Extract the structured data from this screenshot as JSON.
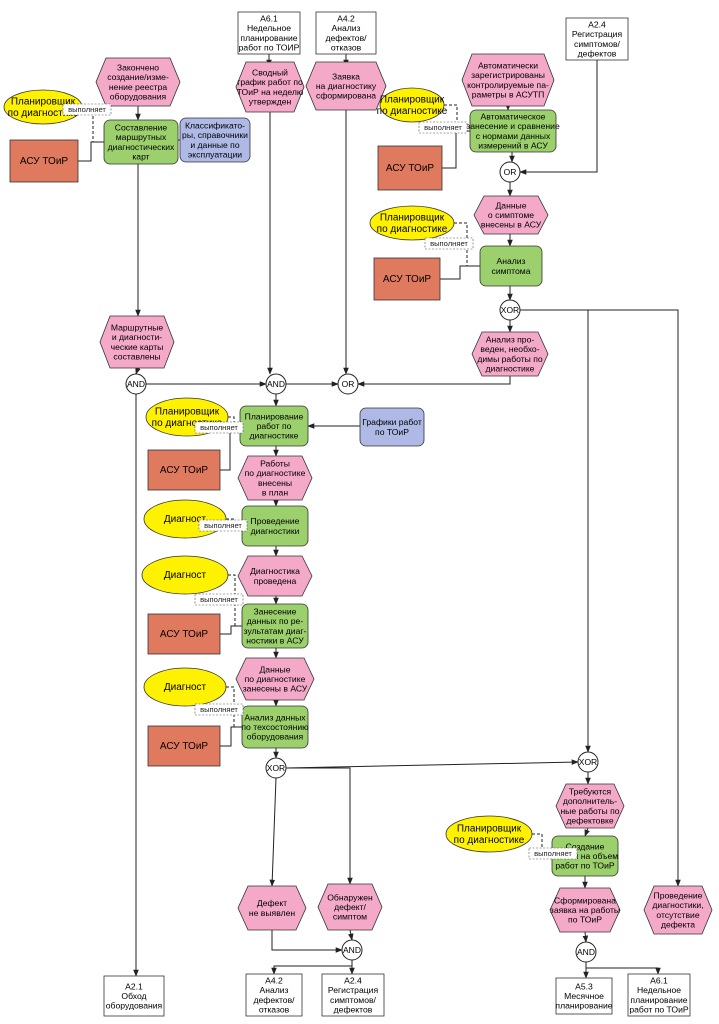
{
  "colors": {
    "event": "#f4a9c9",
    "function": "#9bd06c",
    "role": "#fff200",
    "system": "#e07a5f",
    "info": "#aeb9e6",
    "process": "#ffffff",
    "line": "#222222"
  },
  "edge_label": "выполняет",
  "nodes": [
    {
      "id": "p_a61_top",
      "kind": "process",
      "lines": [
        "А6.1",
        "Недельное",
        "планирование",
        "работ по ТОИР"
      ]
    },
    {
      "id": "p_a42_top",
      "kind": "process",
      "lines": [
        "А4.2",
        "Анализ",
        "дефектов/",
        "отказов"
      ]
    },
    {
      "id": "p_a24_top",
      "kind": "process",
      "lines": [
        "А2.4",
        "Регистрация",
        "симптомов/",
        "дефектов"
      ]
    },
    {
      "id": "e_registry",
      "kind": "event",
      "lines": [
        "Закончено",
        "создание/изме-",
        "нение реестра",
        "оборудования"
      ]
    },
    {
      "id": "e_schedule",
      "kind": "event",
      "lines": [
        "Сводный",
        "график работ по",
        "ТОиР на неделю",
        "утвержден"
      ]
    },
    {
      "id": "e_request",
      "kind": "event",
      "lines": [
        "Заявка",
        "на диагностику",
        "сформирована"
      ]
    },
    {
      "id": "e_auto_params",
      "kind": "event",
      "lines": [
        "Автоматически",
        "зарегистрированы",
        "контролируемые па-",
        "раметры в АСУТП"
      ]
    },
    {
      "id": "r_plan1",
      "kind": "role",
      "lines": [
        "Планировщик",
        "по диагностике"
      ]
    },
    {
      "id": "f_maps",
      "kind": "function",
      "lines": [
        "Составление",
        "маршрутных",
        "диагностических",
        "карт"
      ]
    },
    {
      "id": "i_classif",
      "kind": "info",
      "lines": [
        "Классификато-",
        "ры, справочники",
        "и данные по",
        "эксплуатации"
      ]
    },
    {
      "id": "s_asu1",
      "kind": "system",
      "lines": [
        "АСУ ТОиР"
      ]
    },
    {
      "id": "r_plan2",
      "kind": "role",
      "lines": [
        "Планировщик",
        "по диагностике"
      ]
    },
    {
      "id": "f_auto_compare",
      "kind": "function",
      "lines": [
        "Автоматическое",
        "занесение и сравнение",
        "с нормами данных",
        "измерений в АСУ"
      ]
    },
    {
      "id": "s_asu2",
      "kind": "system",
      "lines": [
        "АСУ ТОиР"
      ]
    },
    {
      "id": "e_symptom_data",
      "kind": "event",
      "lines": [
        "Данные",
        "о симптоме",
        "внесены в АСУ"
      ]
    },
    {
      "id": "r_plan3",
      "kind": "role",
      "lines": [
        "Планировщик",
        "по диагностике"
      ]
    },
    {
      "id": "f_symptom",
      "kind": "function",
      "lines": [
        "Анализ",
        "симптома"
      ]
    },
    {
      "id": "s_asu3",
      "kind": "system",
      "lines": [
        "АСУ ТОиР"
      ]
    },
    {
      "id": "e_maps_done",
      "kind": "event",
      "lines": [
        "Маршрутные",
        "и диагности-",
        "ческие карты",
        "составлены"
      ]
    },
    {
      "id": "e_analysis_done",
      "kind": "event",
      "lines": [
        "Анализ про-",
        "веден, необхо-",
        "димы работы по",
        "диагностике"
      ]
    },
    {
      "id": "r_plan4",
      "kind": "role",
      "lines": [
        "Планировщик",
        "по диагностике"
      ]
    },
    {
      "id": "f_planning",
      "kind": "function",
      "lines": [
        "Планирование",
        "работ по",
        "диагностике"
      ]
    },
    {
      "id": "i_graphs",
      "kind": "info",
      "lines": [
        "Графики работ",
        "по ТОиР"
      ]
    },
    {
      "id": "s_asu4",
      "kind": "system",
      "lines": [
        "АСУ ТОиР"
      ]
    },
    {
      "id": "e_works_in_plan",
      "kind": "event",
      "lines": [
        "Работы",
        "по диагностике",
        "внесены",
        "в план"
      ]
    },
    {
      "id": "r_diag1",
      "kind": "role",
      "lines": [
        "Диагност"
      ]
    },
    {
      "id": "f_conduct",
      "kind": "function",
      "lines": [
        "Проведение",
        "диагностики"
      ]
    },
    {
      "id": "r_diag2",
      "kind": "role",
      "lines": [
        "Диагност"
      ]
    },
    {
      "id": "e_diag_done",
      "kind": "event",
      "lines": [
        "Диагностика",
        "проведена"
      ]
    },
    {
      "id": "f_enter_results",
      "kind": "function",
      "lines": [
        "Занесение",
        "данных по ре-",
        "зультатам диаг-",
        "ностики в АСУ"
      ]
    },
    {
      "id": "s_asu5",
      "kind": "system",
      "lines": [
        "АСУ ТОиР"
      ]
    },
    {
      "id": "e_data_in_asu",
      "kind": "event",
      "lines": [
        "Данные",
        "по диагностике",
        "занесены в АСУ"
      ]
    },
    {
      "id": "r_diag3",
      "kind": "role",
      "lines": [
        "Диагност"
      ]
    },
    {
      "id": "f_condition",
      "kind": "function",
      "lines": [
        "Анализ данных",
        "по техсостоянию",
        "оборудования"
      ]
    },
    {
      "id": "s_asu6",
      "kind": "system",
      "lines": [
        "АСУ ТОиР"
      ]
    },
    {
      "id": "e_defect_extra",
      "kind": "event",
      "lines": [
        "Требуются",
        "дополнитель-",
        "ные работы по",
        "дефектовке"
      ]
    },
    {
      "id": "r_plan5",
      "kind": "role",
      "lines": [
        "Планировщик",
        "по диагностике"
      ]
    },
    {
      "id": "f_create_request",
      "kind": "function",
      "lines": [
        "Создание",
        "заявки на объем",
        "работ по ТОиР"
      ]
    },
    {
      "id": "e_no_defect",
      "kind": "event",
      "lines": [
        "Дефект",
        "не выявлен"
      ]
    },
    {
      "id": "e_defect_found",
      "kind": "event",
      "lines": [
        "Обнаружен",
        "дефект/",
        "симптом"
      ]
    },
    {
      "id": "e_request_formed",
      "kind": "event",
      "lines": [
        "Сформирована",
        "заявка на работы",
        "по ТОиР"
      ]
    },
    {
      "id": "e_no_defect2",
      "kind": "event",
      "lines": [
        "Проведение",
        "диагностики,",
        "отсутствие",
        "дефекта"
      ]
    },
    {
      "id": "p_a21",
      "kind": "process",
      "lines": [
        "А2.1",
        "Обход",
        "оборудования"
      ]
    },
    {
      "id": "p_a42_bot",
      "kind": "process",
      "lines": [
        "А4.2",
        "Анализ",
        "дефектов/",
        "отказов"
      ]
    },
    {
      "id": "p_a24_bot",
      "kind": "process",
      "lines": [
        "А2.4",
        "Регистрация",
        "симптомов/",
        "дефектов"
      ]
    },
    {
      "id": "p_a53",
      "kind": "process",
      "lines": [
        "А5.3",
        "Месячное",
        "планирование"
      ]
    },
    {
      "id": "p_a61_bot",
      "kind": "process",
      "lines": [
        "А6.1",
        "Недельное",
        "планирование",
        "работ по ТОиР"
      ]
    }
  ],
  "operators": [
    {
      "id": "op_or1",
      "label": "OR"
    },
    {
      "id": "op_xor1",
      "label": "XOR"
    },
    {
      "id": "op_and1",
      "label": "AND"
    },
    {
      "id": "op_and2",
      "label": "AND"
    },
    {
      "id": "op_or2",
      "label": "OR"
    },
    {
      "id": "op_xor2",
      "label": "XOR"
    },
    {
      "id": "op_xor3",
      "label": "XOR"
    },
    {
      "id": "op_and3",
      "label": "AND"
    },
    {
      "id": "op_and4",
      "label": "AND"
    }
  ]
}
